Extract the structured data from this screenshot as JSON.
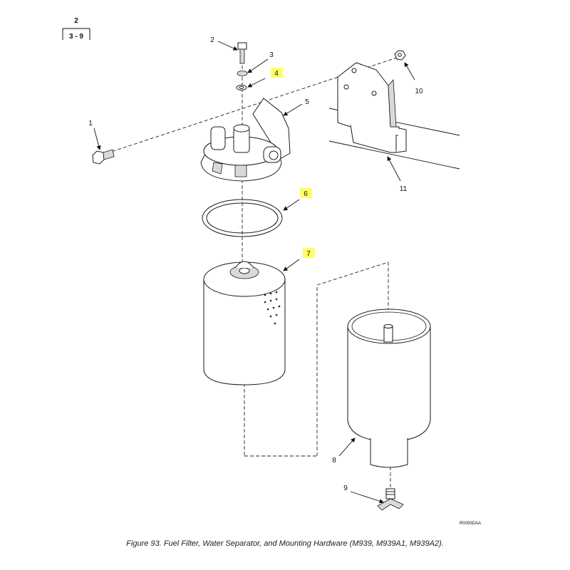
{
  "sheet_ref": {
    "figure_ref": "2",
    "page_ref": "3 - 9"
  },
  "callouts": {
    "c1": "1",
    "c2": "2",
    "c3": "3",
    "c4": "4",
    "c5": "5",
    "c6": "6",
    "c7": "7",
    "c8": "8",
    "c9": "9",
    "c10": "10",
    "c11": "11"
  },
  "highlight_color": "#ffff66",
  "drawing_code": "R0093DAA",
  "caption": "Figure 93. Fuel Filter, Water Separator, and Mounting Hardware (M939, M939A1, M939A2)."
}
